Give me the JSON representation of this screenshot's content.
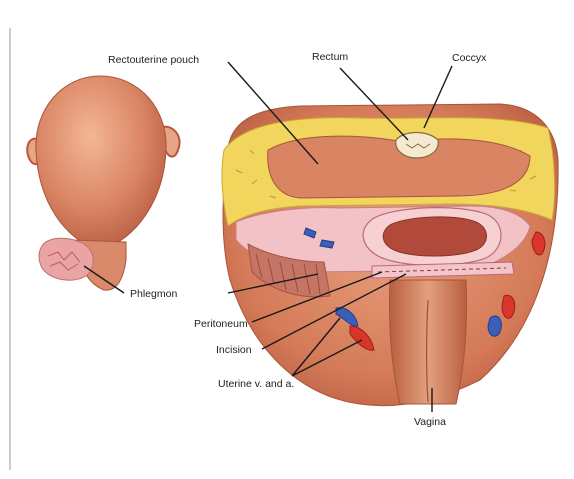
{
  "labels": {
    "rectouterine_pouch": "Rectouterine pouch",
    "rectum": "Rectum",
    "coccyx": "Coccyx",
    "phlegmon": "Phlegmon",
    "peritoneum": "Peritoneum",
    "incision": "Incision",
    "uterine_vessels": "Uterine v. and a.",
    "vagina": "Vagina"
  },
  "colors": {
    "tissue": "#d98a6a",
    "tissue_dark": "#b4583e",
    "fat": "#f1d55c",
    "peritoneum": "#f2c2c6",
    "vein": "#3a5fb8",
    "artery": "#d9352c",
    "leader_line": "#1a1a1a"
  }
}
